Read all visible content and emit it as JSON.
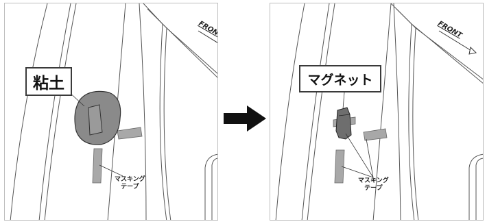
{
  "left_panel": {
    "callout": "粘土",
    "tape_label": [
      "マスキング",
      "テープ"
    ],
    "front_label": "FRONT"
  },
  "right_panel": {
    "callout": "マグネット",
    "tape_label": [
      "マスキング",
      "テープ"
    ],
    "front_label": "FRONT"
  },
  "colors": {
    "line": "#444444",
    "clay": "#8a8a8a",
    "tape": "#a8a8a8",
    "magnet": "#6e6e6e",
    "arrow": "#111111"
  }
}
